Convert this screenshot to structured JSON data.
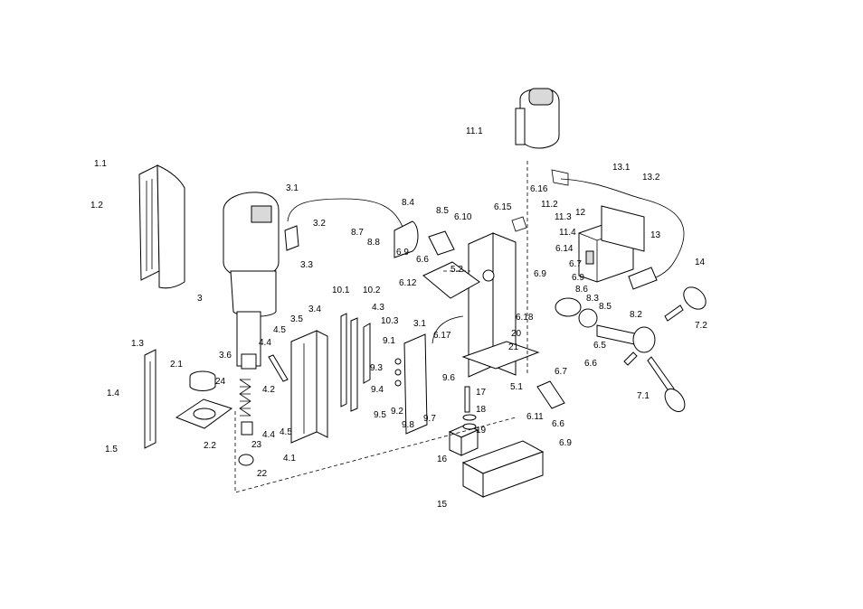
{
  "labels": [
    "1.1",
    "1.2",
    "1.3",
    "1.4",
    "1.5",
    "2.1",
    "2.2",
    "3",
    "3.1",
    "3.2",
    "3.3",
    "3.4",
    "3.5",
    "3.6",
    "4.1",
    "4.2",
    "4.3",
    "4.4",
    "4.5",
    "5.1",
    "5.2",
    "6.6",
    "6.7",
    "6.9",
    "6.10",
    "6.11",
    "6.12",
    "6.14",
    "6.15",
    "6.16",
    "6.17",
    "6.18",
    "7.1",
    "7.2",
    "8.2",
    "8.3",
    "8.4",
    "8.5",
    "8.6",
    "8.7",
    "8.8",
    "9.1",
    "9.2",
    "9.3",
    "9.4",
    "9.5",
    "9.6",
    "9.7",
    "9.8",
    "10.1",
    "10.2",
    "10.3",
    "11.1",
    "11.2",
    "11.3",
    "11.4",
    "12",
    "13",
    "13.1",
    "13.2",
    "14",
    "15",
    "16",
    "17",
    "18",
    "19",
    "20",
    "21",
    "22",
    "23",
    "24"
  ]
}
